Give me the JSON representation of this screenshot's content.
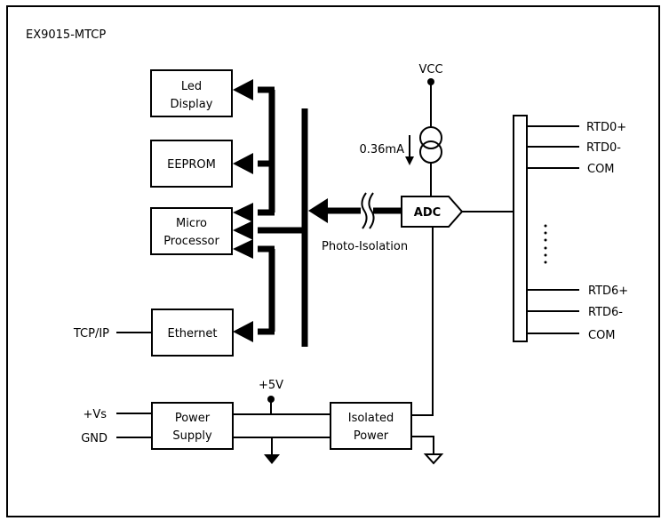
{
  "diagram": {
    "title": "EX9015-MTCP",
    "blocks": {
      "led_display": [
        "Led",
        "Display"
      ],
      "eeprom": [
        "EEPROM"
      ],
      "micro_processor": [
        "Micro",
        "Processor"
      ],
      "ethernet": [
        "Ethernet"
      ],
      "adc": [
        "ADC"
      ],
      "power_supply": [
        "Power",
        "Supply"
      ],
      "isolated_power": [
        "Isolated",
        "Power"
      ]
    },
    "labels": {
      "vcc": "VCC",
      "current": "0.36mA",
      "photo_isolation": "Photo-Isolation",
      "tcp_ip": "TCP/IP",
      "vs": "+Vs",
      "gnd": "GND",
      "plus5v": "+5V"
    },
    "terminals": {
      "group_first": [
        "RTD0+",
        "RTD0-",
        "COM"
      ],
      "group_last": [
        "RTD6+",
        "RTD6-",
        "COM"
      ]
    },
    "connections": [
      {
        "from": "bus",
        "to": "Led Display",
        "type": "data-bus"
      },
      {
        "from": "bus",
        "to": "EEPROM",
        "type": "data-bus"
      },
      {
        "from": "bus",
        "to": "Micro Processor",
        "type": "data-bus"
      },
      {
        "from": "bus",
        "to": "Ethernet",
        "type": "data-bus"
      },
      {
        "from": "ADC",
        "to": "bus",
        "type": "photo-isolated"
      },
      {
        "from": "VCC",
        "to": "ADC",
        "via": "0.36mA current source"
      },
      {
        "from": "ADC",
        "to": "terminal block",
        "type": "wire"
      },
      {
        "from": "TCP/IP",
        "to": "Ethernet",
        "type": "wire"
      },
      {
        "from": "+Vs",
        "to": "Power Supply",
        "type": "wire"
      },
      {
        "from": "GND",
        "to": "Power Supply",
        "type": "wire"
      },
      {
        "from": "Power Supply",
        "to": "Isolated Power",
        "type": "wire"
      },
      {
        "from": "Isolated Power",
        "to": "ADC",
        "type": "wire"
      }
    ]
  }
}
